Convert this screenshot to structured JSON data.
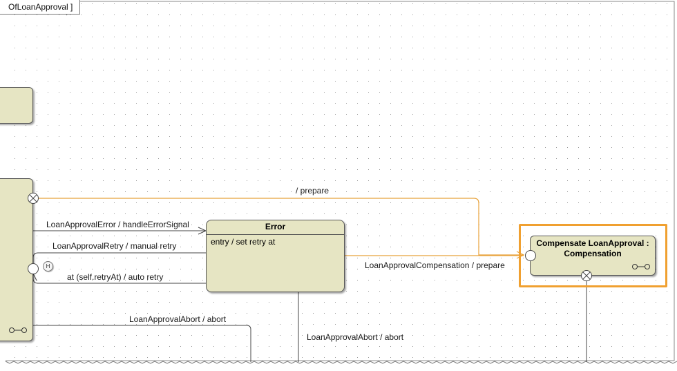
{
  "frame": {
    "title": "OfLoanApproval ]"
  },
  "states": {
    "error": {
      "name": "Error",
      "entry": "entry / set retry at"
    },
    "compensation": {
      "name": "Compensate LoanApproval : Compensation"
    }
  },
  "transitions": {
    "prepare": "/ prepare",
    "error_signal": "LoanApprovalError / handleErrorSignal",
    "manual_retry": "LoanApprovalRetry / manual retry",
    "auto_retry": "at (self.retryAt) / auto retry",
    "compensation": "LoanApprovalCompensation / prepare",
    "abort_left": "LoanApprovalAbort / abort",
    "abort_error": "LoanApprovalAbort / abort"
  },
  "markers": {
    "history": "H"
  },
  "colors": {
    "state_fill": "#e6e5c3",
    "highlight": "#f0a030",
    "orange_flow": "#e8a23a",
    "line": "#444444"
  }
}
